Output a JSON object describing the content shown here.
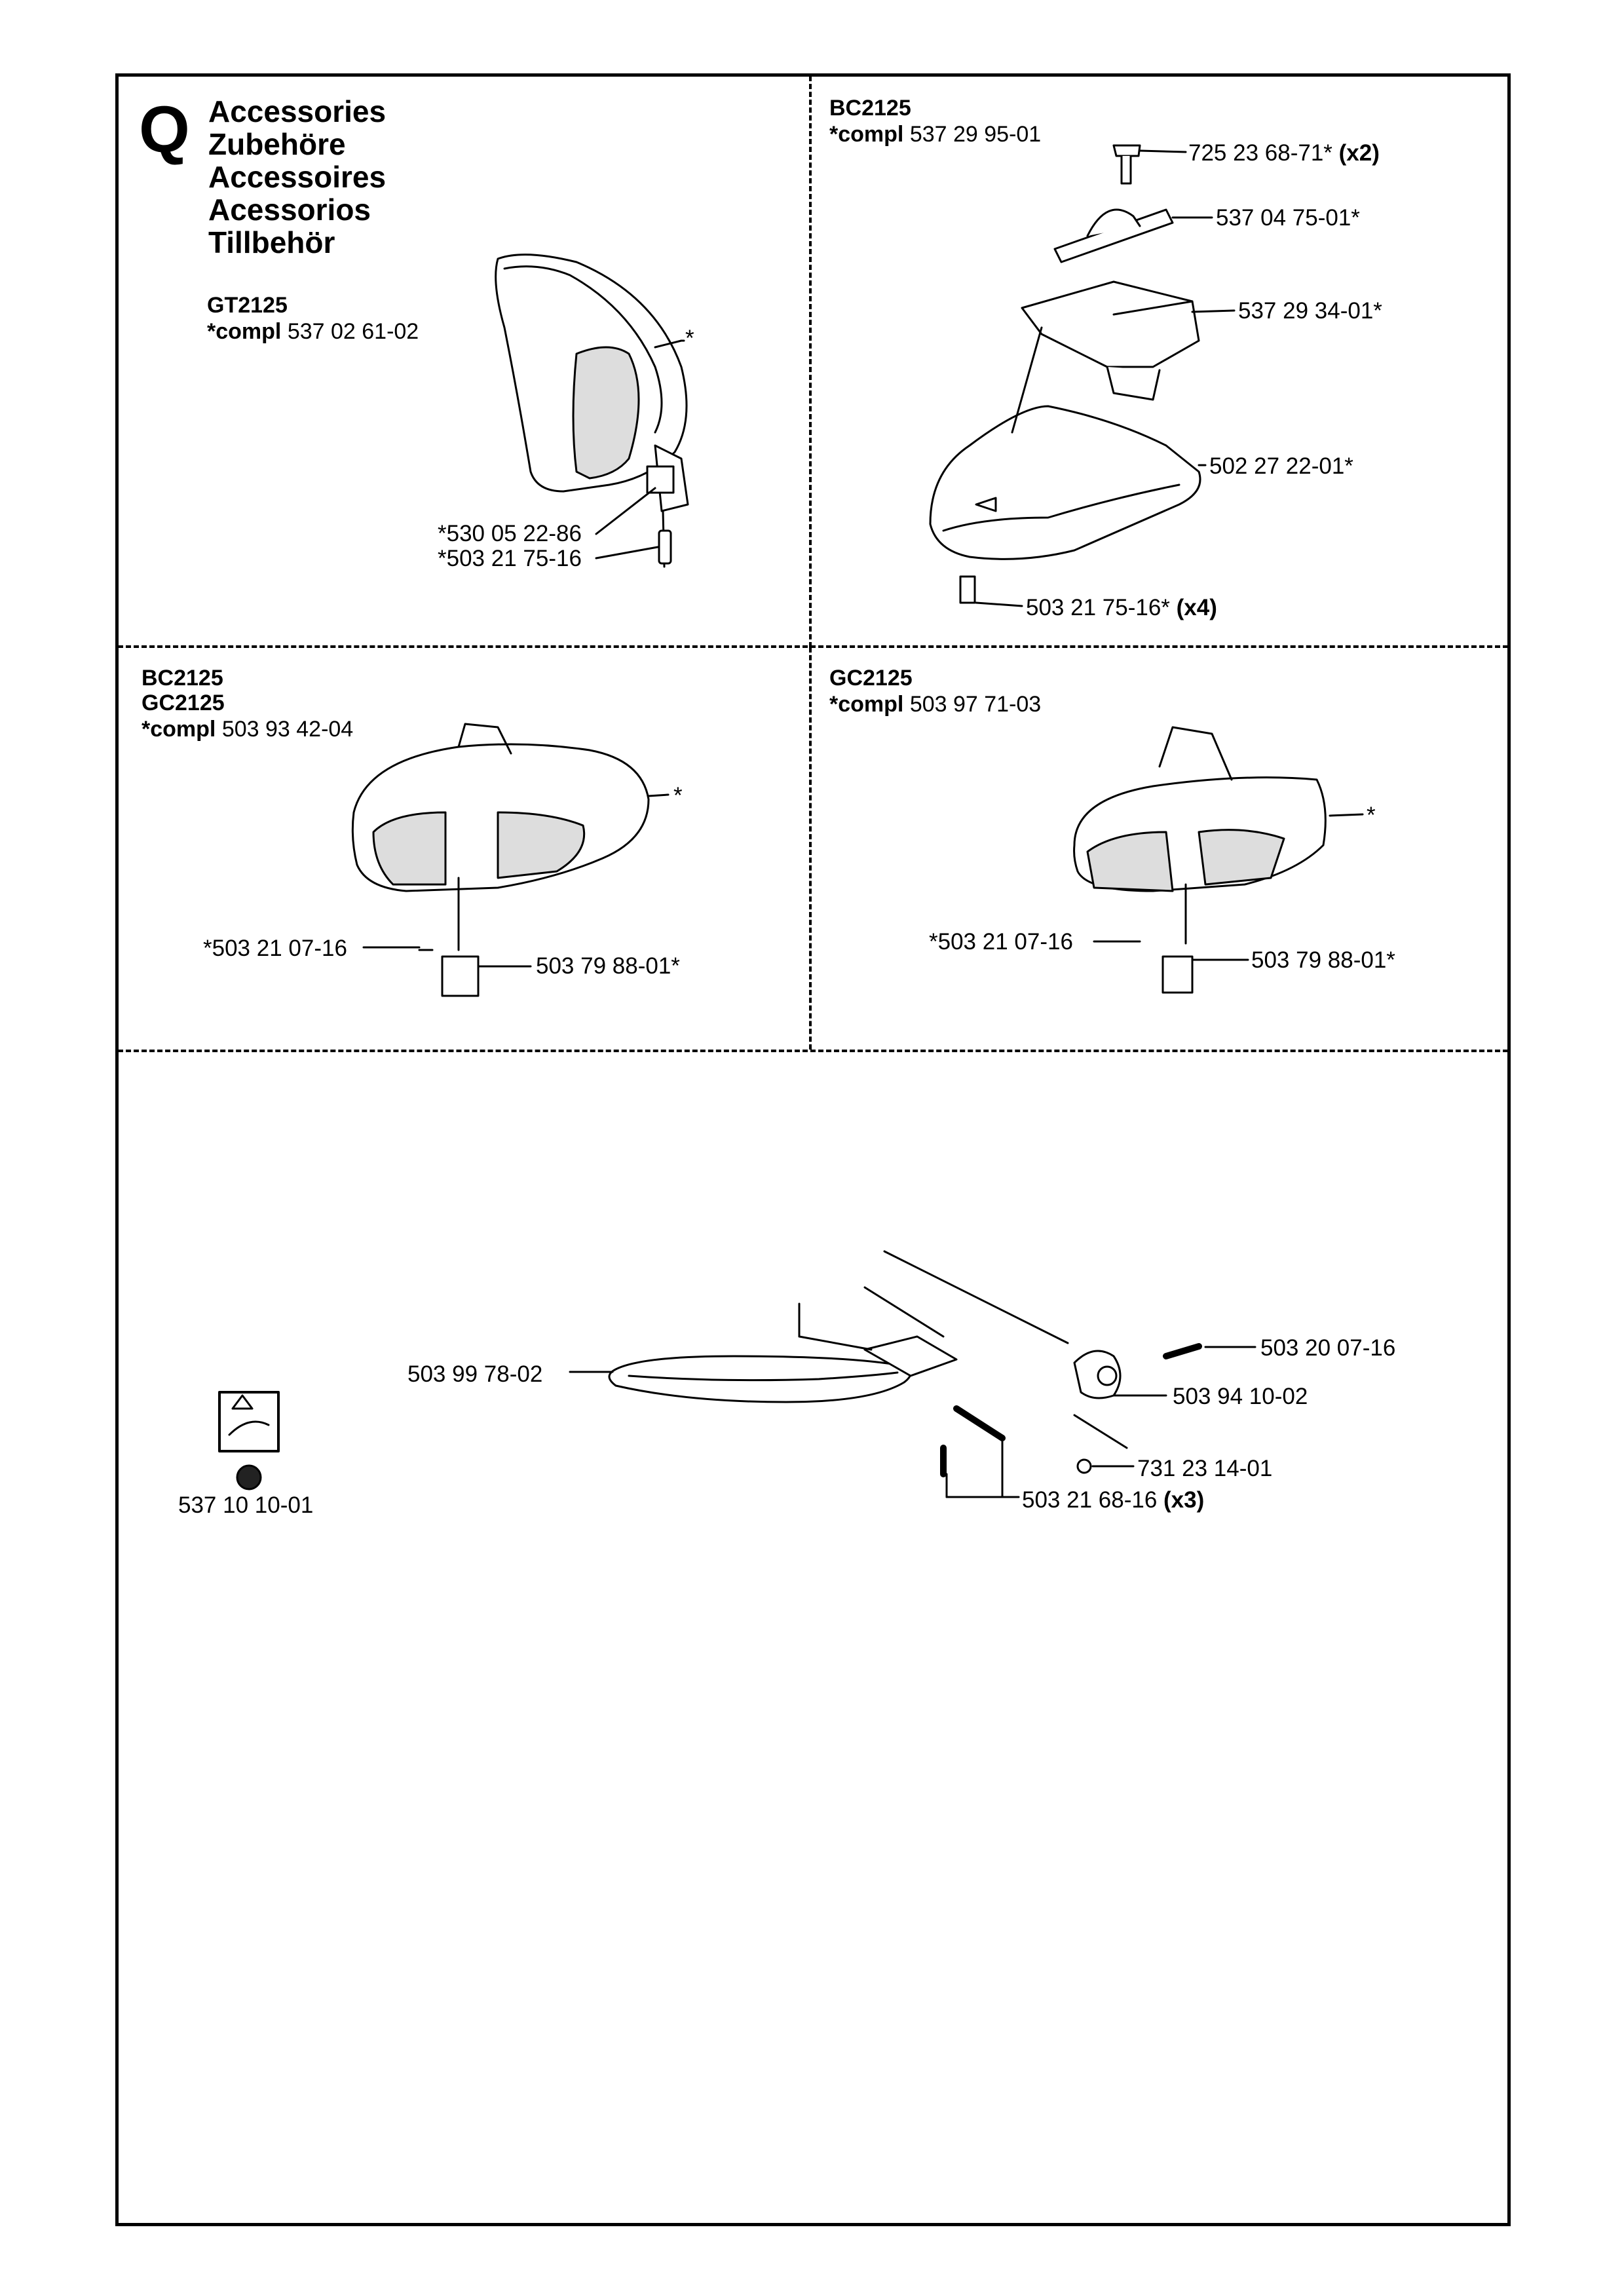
{
  "section": {
    "letter": "Q",
    "titles": [
      "Accessories",
      "Zubehöre",
      "Accessoires",
      "Acessorios",
      "Tillbehör"
    ]
  },
  "panels": {
    "gt2125": {
      "model": "GT2125",
      "compl_prefix": "*compl",
      "compl_number": "537 02 61-02",
      "star": "*",
      "parts": [
        "*530 05 22-86",
        "*503 21 75-16"
      ]
    },
    "bc2125_top": {
      "model": "BC2125",
      "compl_prefix": "*compl",
      "compl_number": "537 29 95-01",
      "parts": [
        {
          "number": "725 23 68-71*",
          "qty": "(x2)"
        },
        {
          "number": "537 04 75-01*",
          "qty": ""
        },
        {
          "number": "537 29 34-01*",
          "qty": ""
        },
        {
          "number": "502 27 22-01*",
          "qty": ""
        },
        {
          "number": "503 21 75-16*",
          "qty": "(x4)"
        }
      ]
    },
    "bc_gc2125": {
      "models": [
        "BC2125",
        "GC2125"
      ],
      "compl_prefix": "*compl",
      "compl_number": "503 93 42-04",
      "star": "*",
      "parts": [
        "*503 21 07-16",
        "503 79 88-01*"
      ]
    },
    "gc2125": {
      "model": "GC2125",
      "compl_prefix": "*compl",
      "compl_number": "503 97 71-03",
      "star": "*",
      "parts": [
        "*503 21 07-16",
        "503 79 88-01*"
      ]
    },
    "bottom": {
      "parts": [
        {
          "number": "503 99 78-02",
          "qty": ""
        },
        {
          "number": "503 20 07-16",
          "qty": ""
        },
        {
          "number": "503 94 10-02",
          "qty": ""
        },
        {
          "number": "731 23 14-01",
          "qty": ""
        },
        {
          "number": "503 21 68-16",
          "qty": "(x3)"
        },
        {
          "number": "537 10 10-01",
          "qty": ""
        }
      ]
    }
  }
}
